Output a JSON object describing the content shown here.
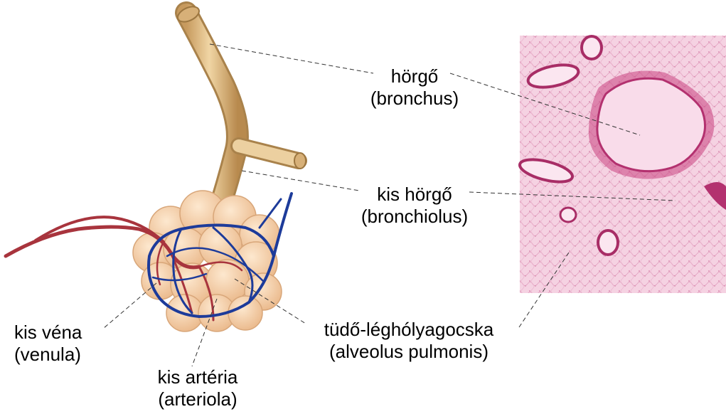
{
  "labels": {
    "bronchus": {
      "line1": "hörgő",
      "line2": "(bronchus)"
    },
    "bronchiole": {
      "line1": "kis hörgő",
      "line2": "(bronchiolus)"
    },
    "venule": {
      "line1": "kis véna",
      "line2": "(venula)"
    },
    "arteriole": {
      "line1": "kis artéria",
      "line2": "(arteriola)"
    },
    "alveolus": {
      "line1": "tüdő-léghólyagocska",
      "line2": "(alveolus pulmonis)"
    }
  },
  "colors": {
    "bronchus_fill": "#e8c58e",
    "bronchus_edge": "#b8925a",
    "alveoli_fill": "#f6d3ad",
    "alveoli_edge": "#d4a57a",
    "vein": "#1d3b9a",
    "artery": "#a8343d",
    "tissue_bg": "#efb9d2",
    "tissue_dark": "#b3316f",
    "lumen": "#f9dcea"
  }
}
